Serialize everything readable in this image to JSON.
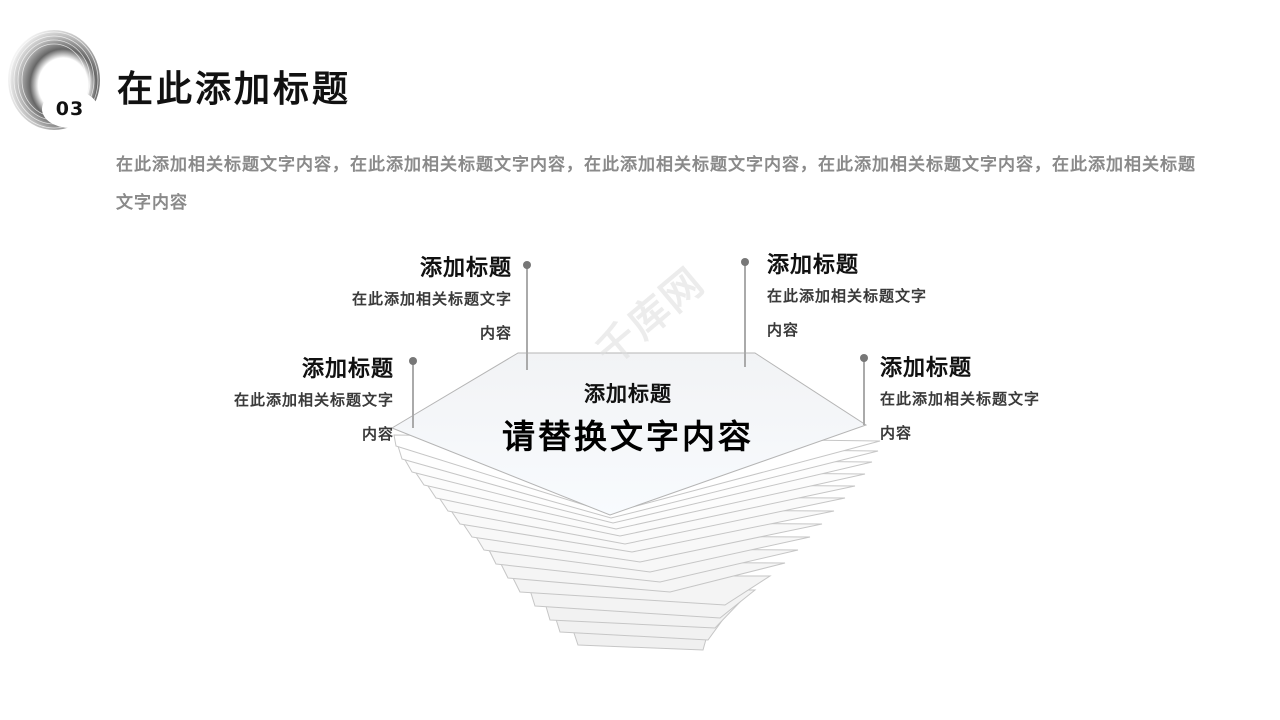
{
  "header": {
    "section_number": "03",
    "title": "在此添加标题",
    "subtitle": "在此添加相关标题文字内容，在此添加相关标题文字内容，在此添加相关标题文字内容，在此添加相关标题文字内容，在此添加相关标题文字内容"
  },
  "center": {
    "title": "添加标题",
    "subtitle": "请替换文字内容"
  },
  "callouts": [
    {
      "title": "添加标题",
      "desc_line1": "在此添加相关标题文字",
      "desc_line2": "内容"
    },
    {
      "title": "添加标题",
      "desc_line1": "在此添加相关标题文字",
      "desc_line2": "内容"
    },
    {
      "title": "添加标题",
      "desc_line1": "在此添加相关标题文字",
      "desc_line2": "内容"
    },
    {
      "title": "添加标题",
      "desc_line1": "在此添加相关标题文字",
      "desc_line2": "内容"
    }
  ],
  "watermark": "千库网",
  "colors": {
    "title": "#111111",
    "subtitle": "#8a8a8a",
    "connector": "#aaaaaa",
    "connector_dot": "#777777",
    "layer_stroke": "#c8c8c8",
    "top_face": "#f5f7fa"
  }
}
